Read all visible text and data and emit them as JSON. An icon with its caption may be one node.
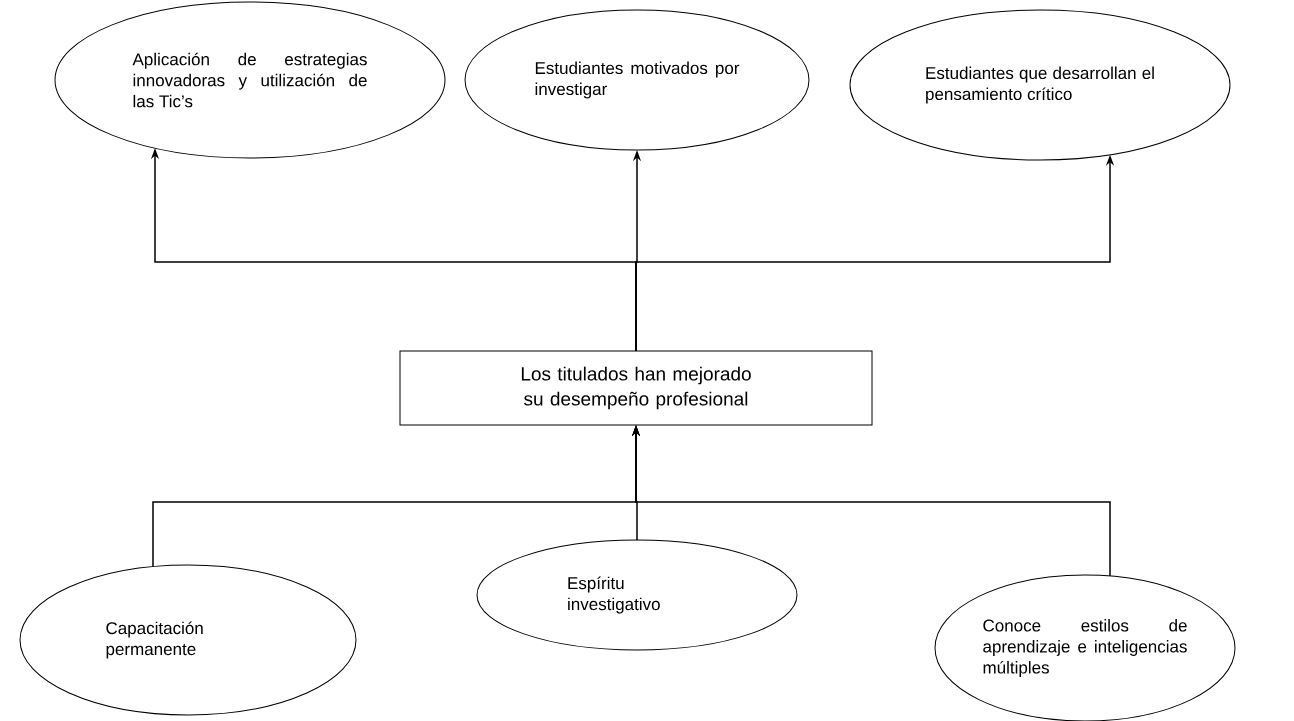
{
  "diagram": {
    "nodes": [
      {
        "text": [
          "Aplicación de estrategias innovadoras y utilización de las Tic’s"
        ]
      },
      {
        "text": [
          "Estudiantes motivados por investigar"
        ]
      },
      {
        "text": [
          "Estudiantes que desarrollan el pensamiento crítico"
        ]
      },
      {
        "text": [
          "Los titulados han mejorado su desempeño profesional"
        ]
      },
      {
        "text": [
          "Capacitación permanente"
        ]
      },
      {
        "text": [
          "Espíritu investigativo"
        ]
      },
      {
        "text": [
          "Conoce estilos de aprendizaje e inteligencias múltiples"
        ]
      }
    ],
    "edges": [
      {
        "from": 4,
        "to": 3,
        "arrow": "to"
      },
      {
        "from": 5,
        "to": 3,
        "arrow": "to"
      },
      {
        "from": 6,
        "to": 3,
        "arrow": "to"
      },
      {
        "from": 3,
        "to": 0,
        "arrow": "to"
      },
      {
        "from": 3,
        "to": 1,
        "arrow": "to"
      },
      {
        "from": 3,
        "to": 2,
        "arrow": "to"
      }
    ]
  }
}
